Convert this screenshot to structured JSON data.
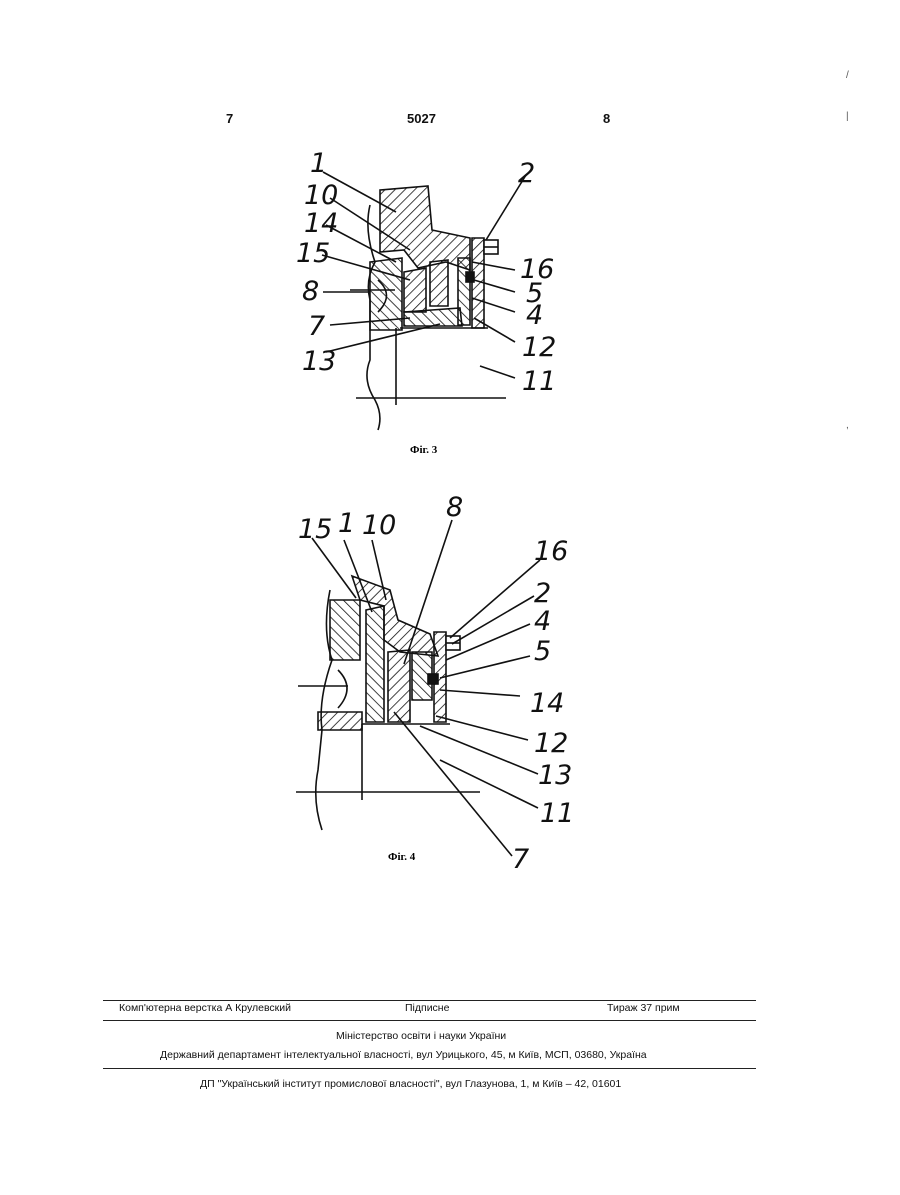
{
  "header": {
    "left_page": "7",
    "doc_number": "5027",
    "right_page": "8"
  },
  "figures": [
    {
      "caption": "Фіг. 3",
      "labels": [
        "1",
        "10",
        "14",
        "15",
        "8",
        "7",
        "13",
        "2",
        "16",
        "5",
        "4",
        "12",
        "11"
      ]
    },
    {
      "caption": "Фіг. 4",
      "labels": [
        "15",
        "1",
        "10",
        "8",
        "16",
        "2",
        "4",
        "5",
        "14",
        "12",
        "13",
        "11",
        "7"
      ]
    }
  ],
  "footer": {
    "typesetter": "Комп'ютерна верстка А  Крулевский",
    "signed": "Підписне",
    "circulation": "Тираж 37 прим",
    "ministry": "Міністерство освіти і науки України",
    "department": "Державний департамент інтелектуальної власності, вул  Урицького, 45, м  Київ, МСП, 03680, Україна",
    "institute": "ДП \"Український інститут промислової власності\", вул  Глазунова, 1, м  Київ – 42, 01601"
  }
}
